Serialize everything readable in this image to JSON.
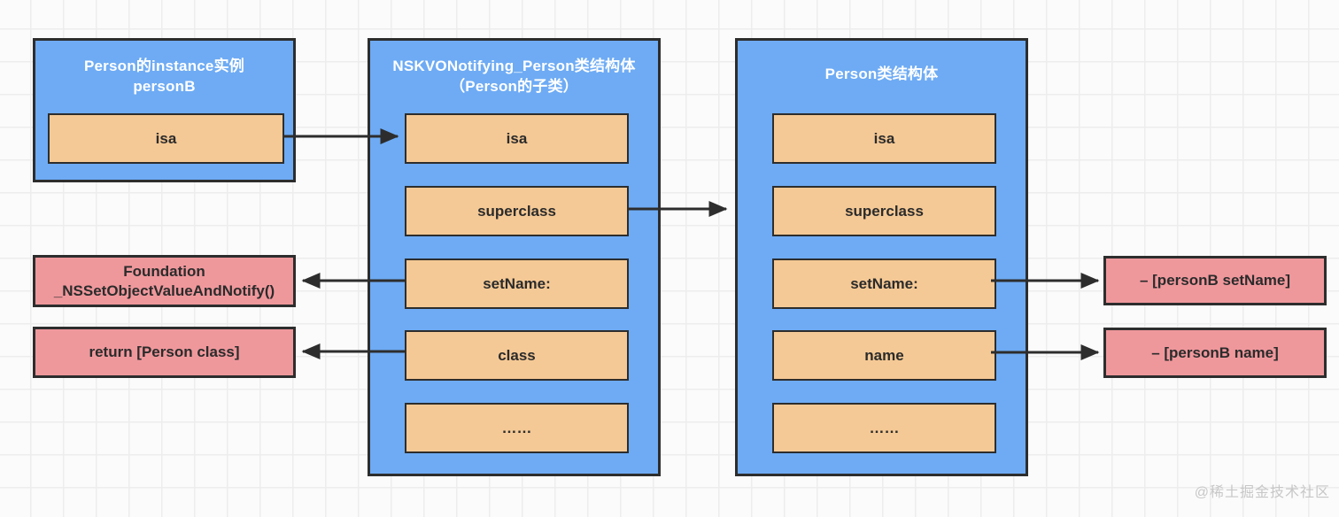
{
  "colors": {
    "box_blue": "#6eabf4",
    "field_orange": "#f5c995",
    "note_pink": "#ef989c",
    "border_dark": "#2d2d2d"
  },
  "boxes": {
    "person_instance": {
      "title_line1": "Person的instance实例",
      "title_line2": "personB",
      "fields": [
        "isa"
      ]
    },
    "kvo_notifying": {
      "title_line1": "NSKVONotifying_Person类结构体",
      "title_line2": "（Person的子类）",
      "fields": [
        "isa",
        "superclass",
        "setName:",
        "class",
        "……"
      ]
    },
    "person_class": {
      "title_line1": "Person类结构体",
      "fields": [
        "isa",
        "superclass",
        "setName:",
        "name",
        "……"
      ]
    }
  },
  "notes": {
    "foundation_line1": "Foundation",
    "foundation_line2": "_NSSetObjectValueAndNotify()",
    "return_person_class": "return [Person class]",
    "personb_setname": "– [personB setName]",
    "personb_name": "– [personB name]"
  },
  "watermark": "@稀土掘金技术社区"
}
